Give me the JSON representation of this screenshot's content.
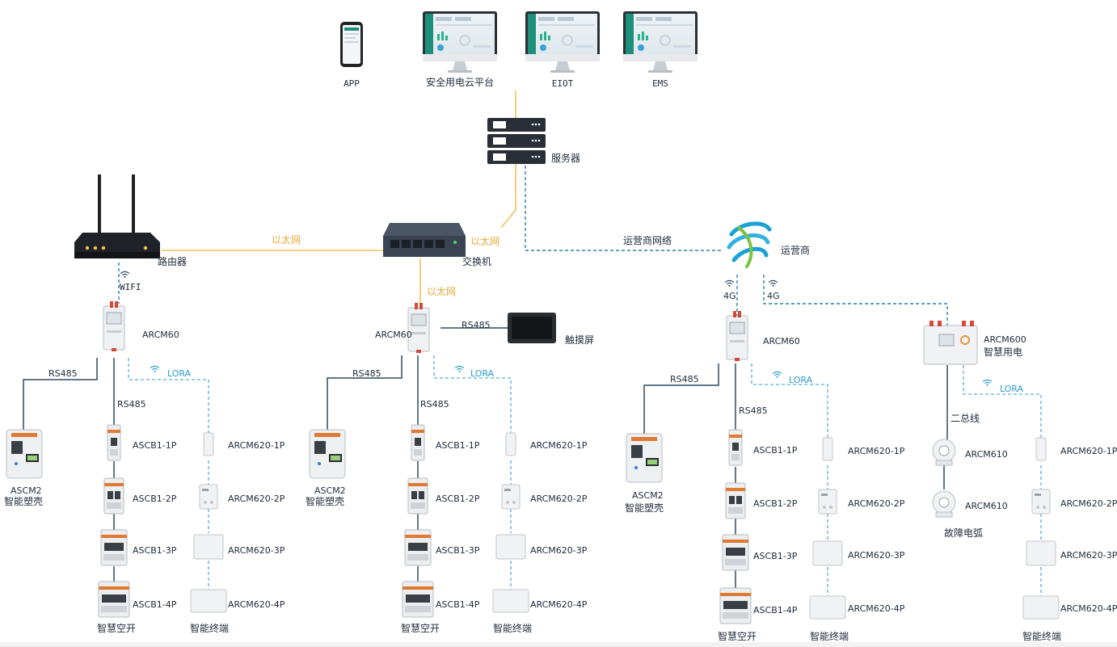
{
  "top": {
    "app": "APP",
    "cloud": "安全用电云平台",
    "eiot": "EIOT",
    "ems": "EMS",
    "server": "服务器"
  },
  "mid": {
    "router": "路由器",
    "switch": "交换机",
    "touch": "触摸屏",
    "operator": "运营商",
    "operator_net": "运营商网络"
  },
  "links": {
    "ethernet": "以太网",
    "rs485": "RS485",
    "lora": "LORA",
    "wifi": "WIFI",
    "g4": "4G",
    "bus": "二总线"
  },
  "devices": {
    "arcm60": "ARCM60",
    "arcm600": "ARCM600",
    "smart_power": "智慧用电",
    "ascm2": "ASCM2",
    "smart_case": "智能塑壳",
    "ascb1_1p": "ASCB1-1P",
    "ascb1_2p": "ASCB1-2P",
    "ascb1_3p": "ASCB1-3P",
    "ascb1_4p": "ASCB1-4P",
    "arcm620_1p": "ARCM620-1P",
    "arcm620_2p": "ARCM620-2P",
    "arcm620_3p": "ARCM620-3P",
    "arcm620_4p": "ARCM620-4P",
    "smart_switch": "智慧空开",
    "smart_terminal": "智能终端",
    "arcm610": "ARCM610",
    "arc_fault": "故障电弧"
  },
  "colors": {
    "ethernet": "#f2c25c",
    "rs485": "#2f4a60",
    "dashed": "#2a8fc4",
    "lora": "#6bb7e0"
  }
}
